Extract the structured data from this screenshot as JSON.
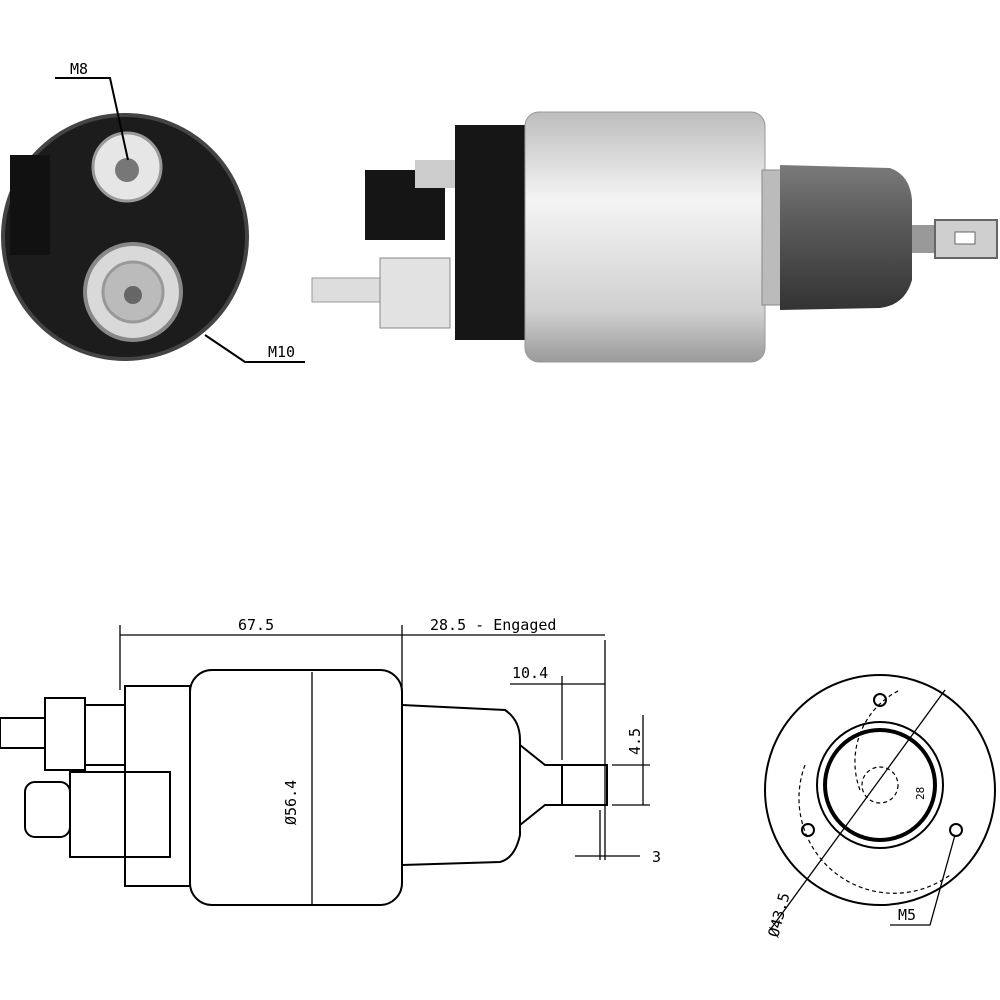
{
  "photo_end_view": {
    "thread_top": "M8",
    "thread_bottom": "M10"
  },
  "drawing_side_view": {
    "body_length": "67.5",
    "engaged_length": "28.5 - Engaged",
    "tab_length": "10.4",
    "tab_width": "4.5",
    "tab_thickness": "3",
    "body_diameter": "Ø56.4"
  },
  "drawing_end_view": {
    "bolt_circle_diameter": "Ø43.5",
    "mount_thread": "M5",
    "center_mark": "28"
  },
  "colors": {
    "line": "#000000",
    "body_silver": "#d8d8d8",
    "terminal_black": "#1a1a1a",
    "boot_grey": "#555555"
  }
}
